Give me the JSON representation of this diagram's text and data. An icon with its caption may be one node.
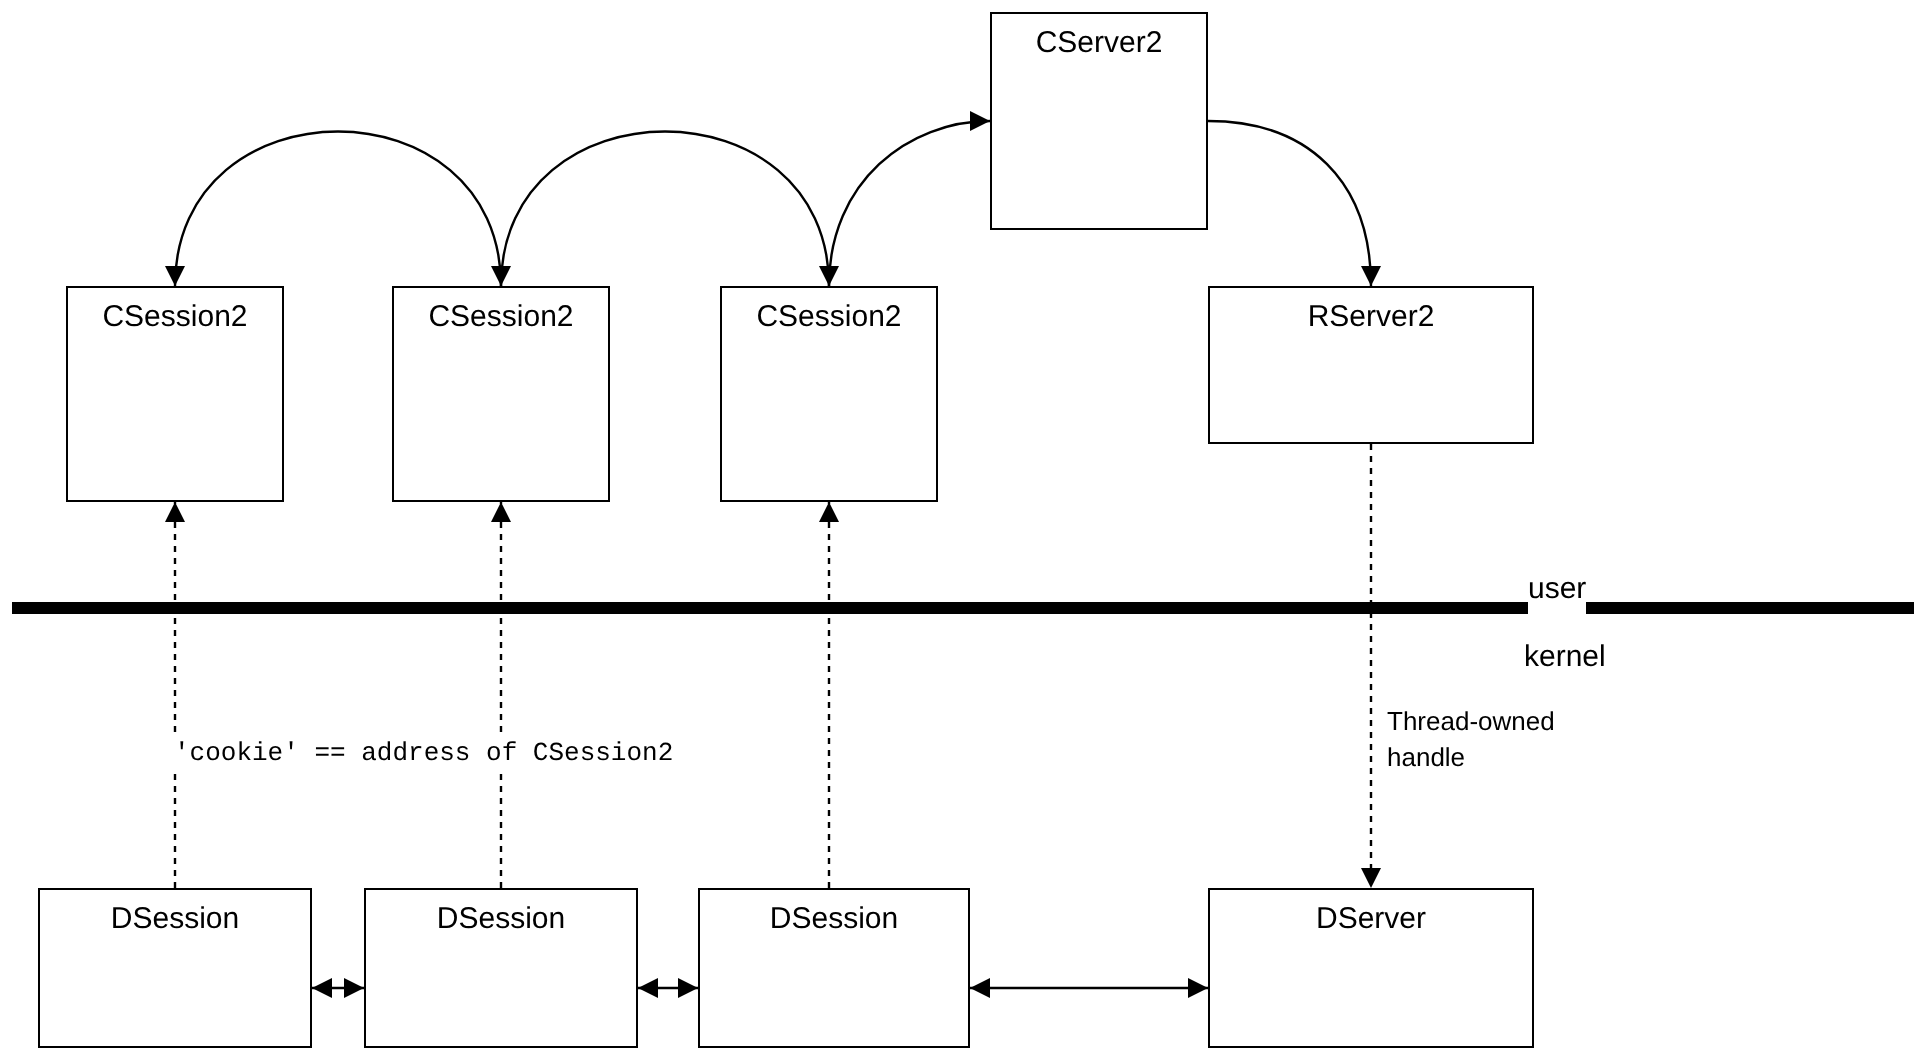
{
  "diagram": {
    "nodes": [
      {
        "text": [
          "CServer2"
        ]
      },
      {
        "text": [
          "CSession2"
        ]
      },
      {
        "text": [
          "CSession2"
        ]
      },
      {
        "text": [
          "CSession2"
        ]
      },
      {
        "text": [
          "RServer2"
        ]
      },
      {
        "text": [
          "DSession"
        ]
      },
      {
        "text": [
          "DSession"
        ]
      },
      {
        "text": [
          "DSession"
        ]
      },
      {
        "text": [
          "DServer"
        ]
      }
    ],
    "edges": [
      {
        "from": 2,
        "to": 1,
        "arrow": "to"
      },
      {
        "from": 2,
        "to": 3,
        "arrow": "both"
      },
      {
        "from": 3,
        "to": 0,
        "arrow": "to"
      },
      {
        "from": 0,
        "to": 4,
        "arrow": "to"
      },
      {
        "from": 5,
        "to": 1,
        "arrow": "to",
        "style": "dashed"
      },
      {
        "from": 6,
        "to": 2,
        "arrow": "to",
        "style": "dashed"
      },
      {
        "from": 7,
        "to": 3,
        "arrow": "to",
        "style": "dashed"
      },
      {
        "from": 4,
        "to": 8,
        "arrow": "to",
        "style": "dashed",
        "label": "Thread-owned handle"
      },
      {
        "from": 5,
        "to": 6,
        "arrow": "both"
      },
      {
        "from": 6,
        "to": 7,
        "arrow": "both"
      },
      {
        "from": 7,
        "to": 8,
        "arrow": "both"
      }
    ],
    "labels": [
      "'cookie' == address of CSession2",
      "user",
      "kernel"
    ]
  }
}
